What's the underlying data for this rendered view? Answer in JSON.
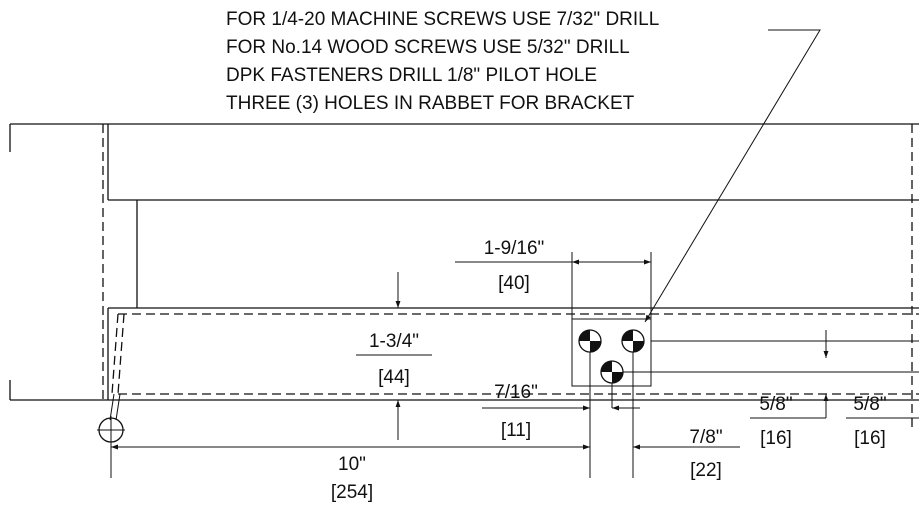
{
  "notes": [
    "FOR 1/4-20 MACHINE SCREWS USE 7/32\" DRILL",
    "FOR No.14 WOOD SCREWS USE 5/32\" DRILL",
    "DPK FASTENERS DRILL 1/8\" PILOT HOLE",
    "THREE (3) HOLES IN RABBET FOR BRACKET"
  ],
  "dimensions": {
    "hole_spacing": {
      "imperial": "1-9/16\"",
      "metric": "[40]"
    },
    "rabbet_height": {
      "imperial": "1-3/4\"",
      "metric": "[44]"
    },
    "bottom_hole_offset": {
      "imperial": "7/16\"",
      "metric": "[11]"
    },
    "center_distance": {
      "imperial": "10\"",
      "metric": "[254]"
    },
    "right_hole_offset": {
      "imperial": "7/8\"",
      "metric": "[22]"
    },
    "upper_hole_height": {
      "imperial": "5/8\"",
      "metric": "[16]"
    },
    "lower_hole_height": {
      "imperial": "5/8\"",
      "metric": "[16]"
    }
  }
}
